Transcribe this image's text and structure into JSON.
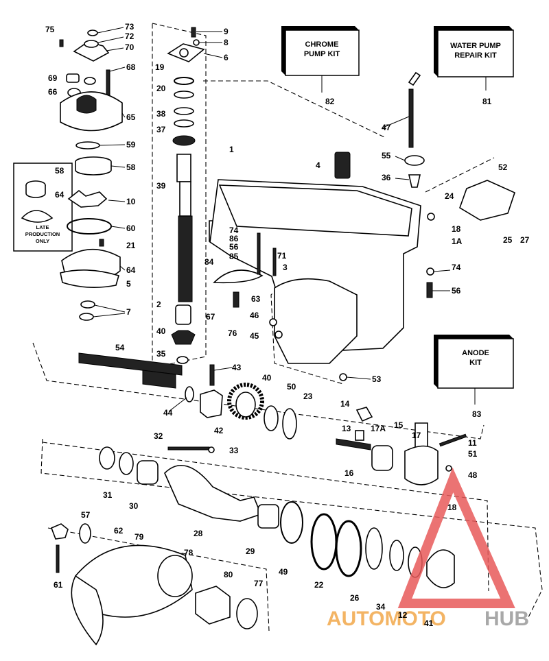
{
  "kits": {
    "chrome_pump_kit": {
      "line1": "CHROME",
      "line2": "PUMP KIT",
      "number": "82"
    },
    "water_pump_repair_kit": {
      "line1": "WATER PUMP",
      "line2": "REPAIR KIT",
      "number": "81"
    },
    "anode_kit": {
      "line1": "ANODE",
      "line2": "KIT",
      "number": "83"
    }
  },
  "late_production_note": {
    "line1": "LATE",
    "line2": "PRODUCTION",
    "line3": "ONLY"
  },
  "watermark": {
    "part1": "AUTOMOTO",
    "part2": "HUB"
  },
  "labels": {
    "73": "73",
    "75": "75",
    "72": "72",
    "70": "70",
    "69": "69",
    "68": "68",
    "66": "66",
    "65": "65",
    "59": "59",
    "58a": "58",
    "58b": "58",
    "64a": "64",
    "10": "10",
    "60": "60",
    "21": "21",
    "64b": "64",
    "5": "5",
    "7": "7",
    "9": "9",
    "8": "8",
    "6": "6",
    "19": "19",
    "20": "20",
    "38": "38",
    "37": "37",
    "39": "39",
    "2": "2",
    "40a": "40",
    "35": "35",
    "1": "1",
    "4": "4",
    "47": "47",
    "55": "55",
    "36": "36",
    "52": "52",
    "24": "24",
    "18a": "18",
    "1A": "1A",
    "25": "25",
    "27": "27",
    "74a": "74",
    "86": "86",
    "56a": "56",
    "84": "84",
    "71": "71",
    "85": "85",
    "3": "3",
    "74b": "74",
    "56b": "56",
    "63": "63",
    "67": "67",
    "76": "76",
    "46": "46",
    "45": "45",
    "53": "53",
    "54": "54",
    "43": "43",
    "40b": "40",
    "50": "50",
    "23": "23",
    "44": "44",
    "42": "42",
    "14": "14",
    "13": "13",
    "17A": "17A",
    "15": "15",
    "17": "17",
    "11": "11",
    "51": "51",
    "48": "48",
    "16": "16",
    "18b": "18",
    "32": "32",
    "33": "33",
    "31": "31",
    "30": "30",
    "28": "28",
    "29": "29",
    "49": "49",
    "22": "22",
    "26": "26",
    "34": "34",
    "12": "12",
    "41": "41",
    "57": "57",
    "62": "62",
    "79": "79",
    "78": "78",
    "61": "61",
    "80": "80",
    "77": "77"
  }
}
